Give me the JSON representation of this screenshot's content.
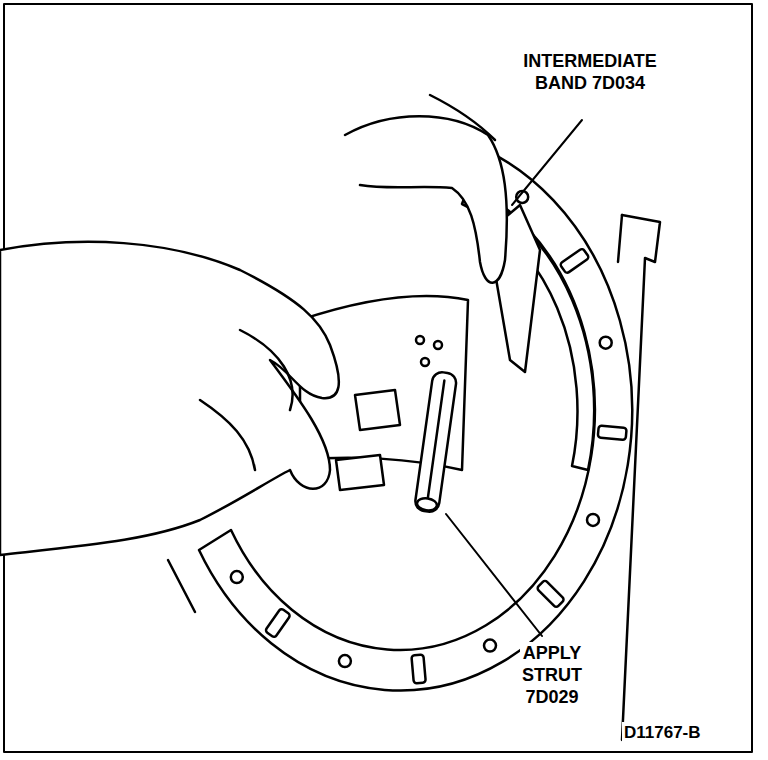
{
  "diagram": {
    "labels": [
      "INTERMEDIATE BAND 7D034",
      "APPLY STRUT 7D029",
      "D11767-B"
    ]
  }
}
